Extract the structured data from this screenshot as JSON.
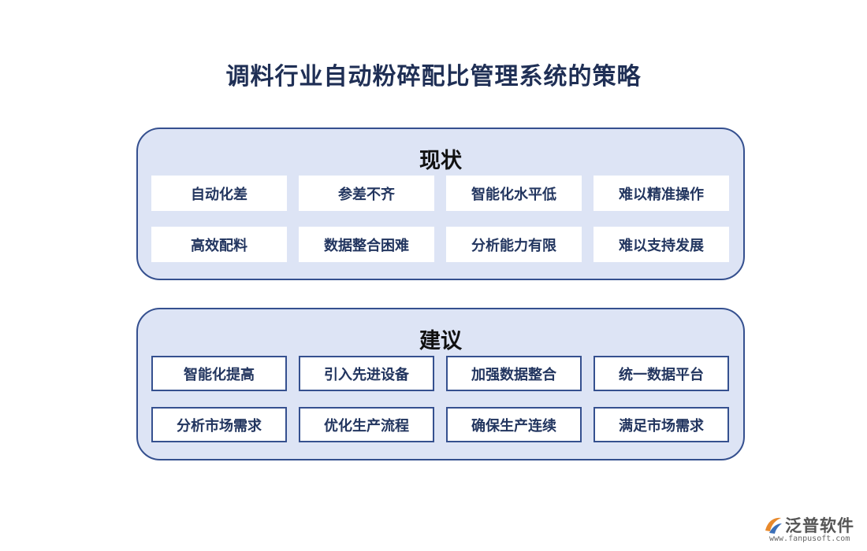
{
  "title": "调料行业自动粉碎配比管理系统的策略",
  "current": {
    "heading": "现状",
    "items": [
      "自动化差",
      "参差不齐",
      "智能化水平低",
      "难以精准操作",
      "高效配料",
      "数据整合困难",
      "分析能力有限",
      "难以支持发展"
    ]
  },
  "suggestions": {
    "heading": "建议",
    "items": [
      "智能化提高",
      "引入先进设备",
      "加强数据整合",
      "统一数据平台",
      "分析市场需求",
      "优化生产流程",
      "确保生产连续",
      "满足市场需求"
    ]
  },
  "logo": {
    "name": "泛普软件",
    "url": "www.fanpusoft.com"
  },
  "colors": {
    "panel_fill": "#dde4f5",
    "panel_border": "#35508f",
    "title": "#1f2f55",
    "logo_orange": "#e8892b",
    "logo_blue": "#3a6fb8"
  }
}
